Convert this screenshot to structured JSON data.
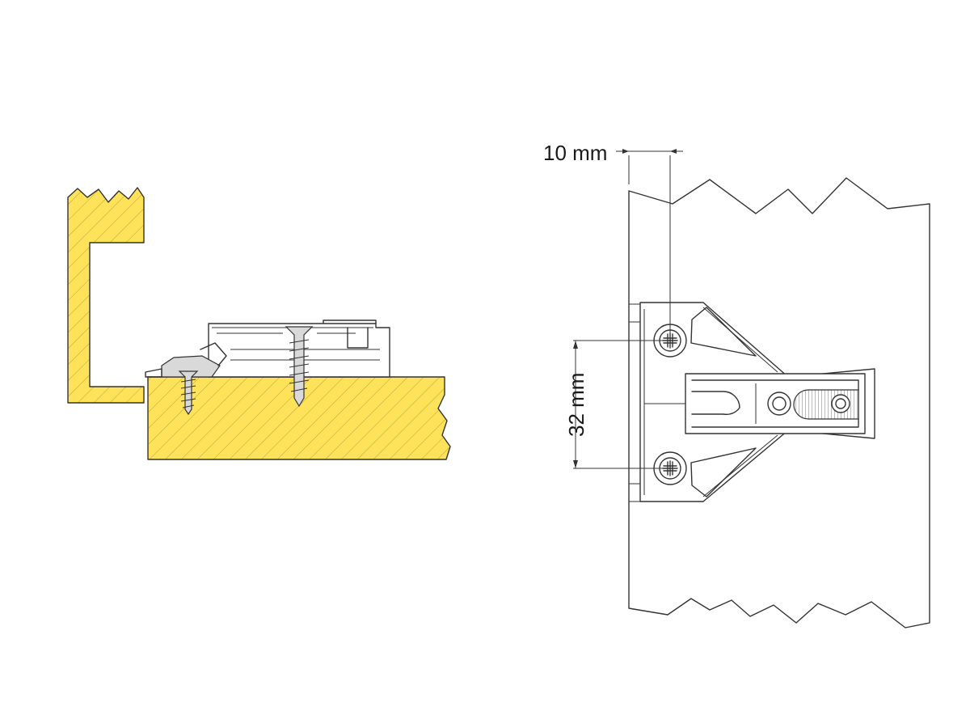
{
  "colors": {
    "wood": "#fde25a",
    "line": "#333333",
    "screw_fill": "#d9d9d9",
    "background": "#ffffff"
  },
  "dimensions": {
    "horizontal_label": "10 mm",
    "vertical_label": "32 mm"
  },
  "icons": {
    "screw": "phillips-screw-icon",
    "wood_section": "hatched-wood-section"
  }
}
